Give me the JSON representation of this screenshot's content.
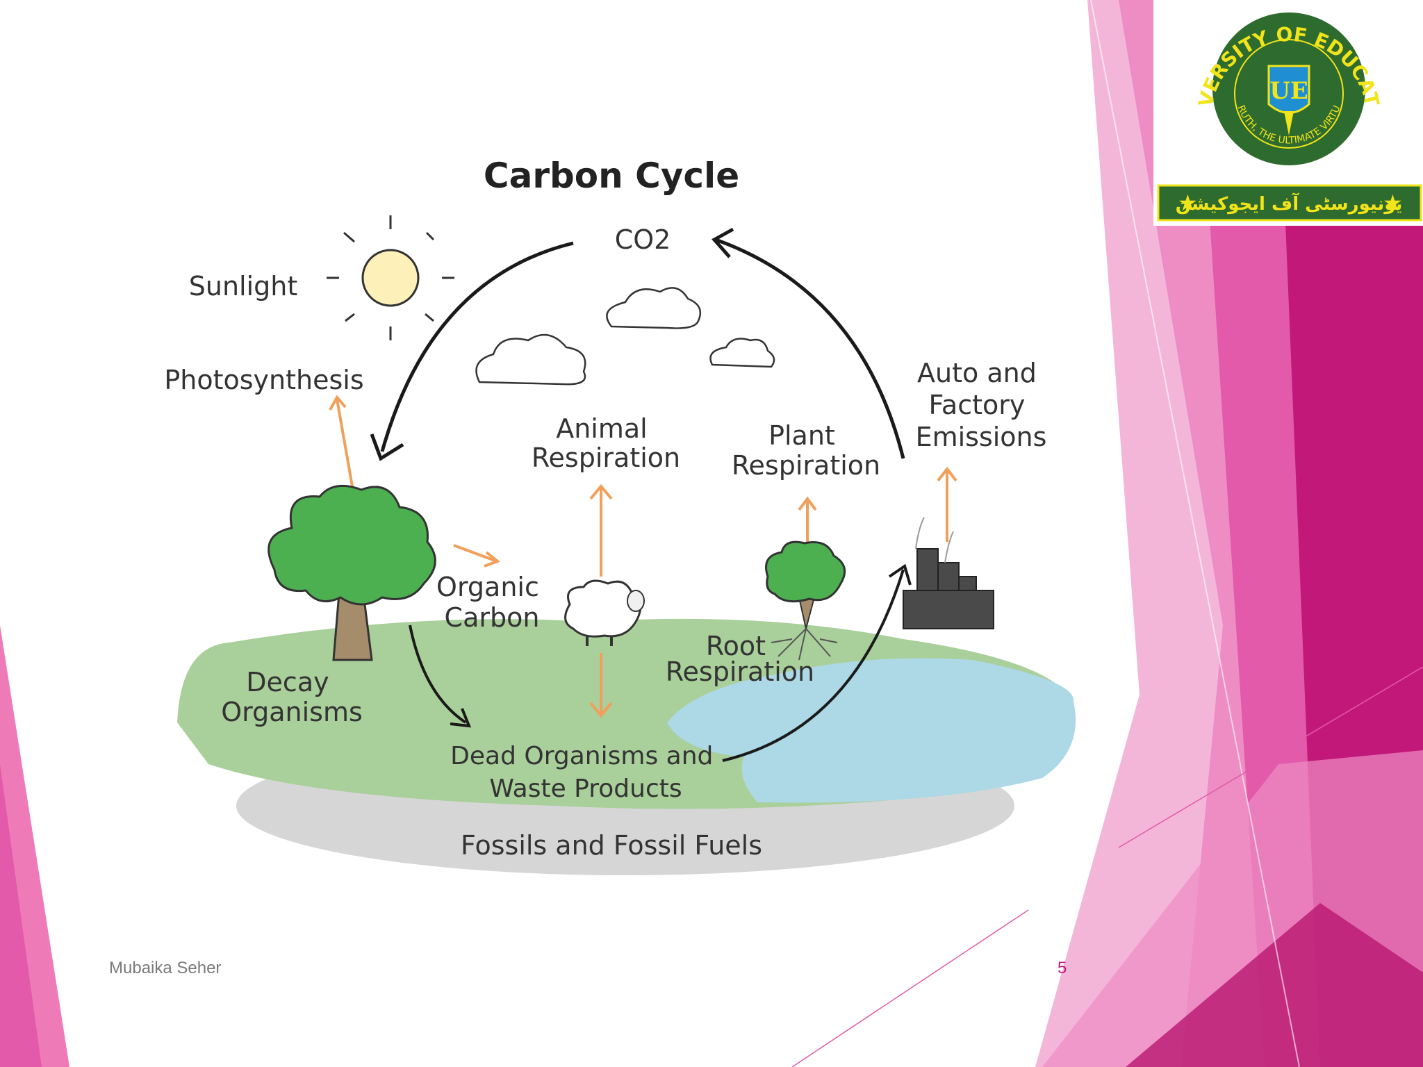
{
  "slide": {
    "author": "Mubaika Seher",
    "page_number": "5",
    "accent_color": "#c2187a"
  },
  "logo": {
    "arc_text": "UNIVERSITY OF EDUCATION",
    "inner_text": "TRUTH, THE ULTIMATE VIRTUE",
    "emblem_letters": "UE",
    "urdu_text": "یونیورسٹی آف ایجوکیشن",
    "colors": {
      "green": "#2e6b2e",
      "yellow": "#f2e41a",
      "blue": "#1f8fd1"
    }
  },
  "diagram": {
    "title": "Carbon Cycle",
    "labels": {
      "co2": "CO2",
      "sunlight": "Sunlight",
      "photosynthesis": "Photosynthesis",
      "animal_respiration": [
        "Animal",
        "Respiration"
      ],
      "plant_respiration": [
        "Plant",
        "Respiration"
      ],
      "emissions": [
        "Auto and",
        "Factory",
        "Emissions"
      ],
      "organic_carbon": [
        "Organic",
        "Carbon"
      ],
      "root_respiration": [
        "Root",
        "Respiration"
      ],
      "decay_organisms": [
        "Decay",
        "Organisms"
      ],
      "dead_organisms": [
        "Dead Organisms and",
        "Waste Products"
      ],
      "fossils": "Fossils and Fossil Fuels"
    },
    "colors": {
      "orange_arrow": "#f0a05a",
      "ground": "#a9cf9a",
      "water": "#add8e6",
      "shadow": "#c8c8c8",
      "tree": "#4caf50"
    }
  }
}
